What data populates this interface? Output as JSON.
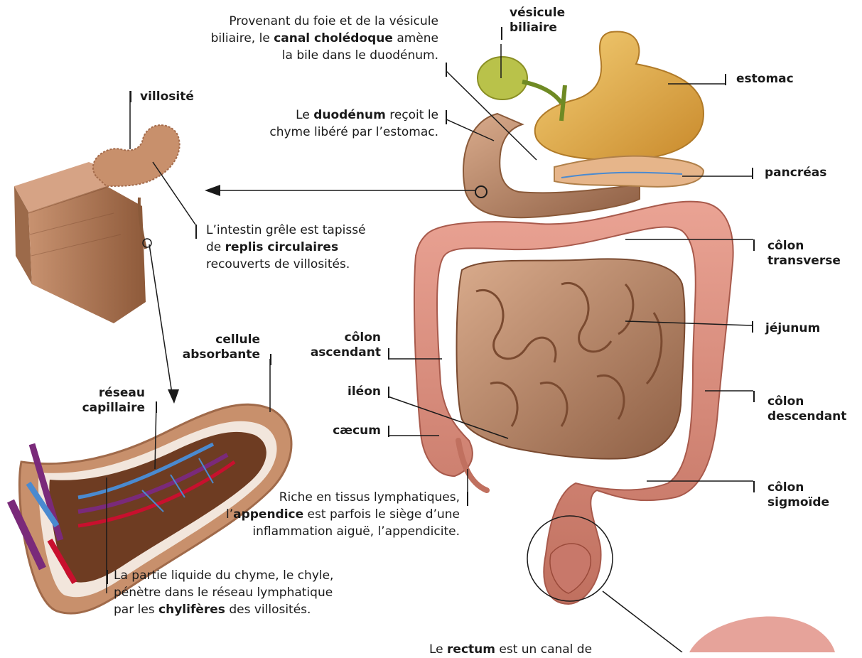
{
  "captions": {
    "choledoque": {
      "line1": "Provenant du foie et de la vésicule",
      "line2a": "biliaire, le ",
      "line2b": "canal cholédoque",
      "line2c": " amène",
      "line3": "la bile dans le duodénum."
    },
    "duodenum": {
      "line1a": "Le ",
      "line1b": "duodénum",
      "line1c": " reçoit le",
      "line2": "chyme libéré par l’estomac."
    },
    "intestin": {
      "line1": "L’intestin grêle est tapissé",
      "line2a": "de ",
      "line2b": "replis circulaires",
      "line3": "recouverts de villosités."
    },
    "appendice": {
      "line1": "Riche en tissus lymphatiques,",
      "line2a": "l’",
      "line2b": "appendice",
      "line2c": " est parfois le siège d’une",
      "line3": "inflammation aiguë, l’appendicite."
    },
    "chyle": {
      "line1": "La partie liquide du chyme, le chyle,",
      "line2": "pénètre dans le réseau lymphatique",
      "line3a": "par les ",
      "line3b": "chylifères",
      "line3c": " des villosités."
    },
    "rectum": {
      "line1a": "Le ",
      "line1b": "rectum",
      "line1c": " est un canal de"
    }
  },
  "labels": {
    "vesicule": {
      "line1": "vésicule",
      "line2": "biliaire"
    },
    "estomac": "estomac",
    "villosite": "villosité",
    "pancreas": "pancréas",
    "colon_transverse": {
      "line1": "côlon",
      "line2": "transverse"
    },
    "jejunum": "jéjunum",
    "colon_ascendant": {
      "line1": "côlon",
      "line2": "ascendant"
    },
    "ileon": "iléon",
    "caecum": "cæcum",
    "colon_descendant": {
      "line1": "côlon",
      "line2": "descendant"
    },
    "colon_sigmoide": {
      "line1": "côlon",
      "line2": "sigmoïde"
    },
    "cellule": {
      "line1": "cellule",
      "line2": "absorbante"
    },
    "reseau": {
      "line1": "réseau",
      "line2": "capillaire"
    }
  },
  "colors": {
    "colon": "#d98a7c",
    "small_intestine": "#b98a6f",
    "stomach": "#e8b24a",
    "gallbladder": "#b9c24a",
    "villus": "#b07a58",
    "artery": "#c8102e",
    "vein": "#7a2a7a",
    "lymph": "#4a8ad0"
  }
}
